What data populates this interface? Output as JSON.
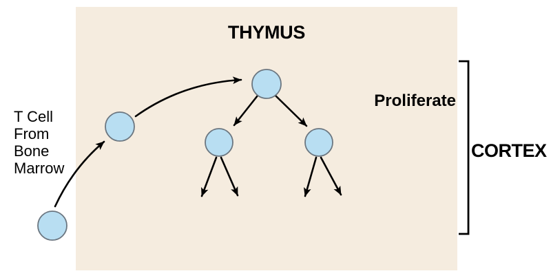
{
  "page": {
    "background_color": "#FFFFFF"
  },
  "diagram": {
    "title": "THYMUS",
    "source_label": "T Cell\nFrom\nBone\nMarrow",
    "proliferate_label": "Proliferate",
    "cortex_label": "CORTEX",
    "colors": {
      "box_background": "#F5ECDF",
      "cell_fill": "#B8DEF2",
      "cell_stroke": "#6B7680",
      "line": "#000000",
      "text": "#000000"
    }
  }
}
